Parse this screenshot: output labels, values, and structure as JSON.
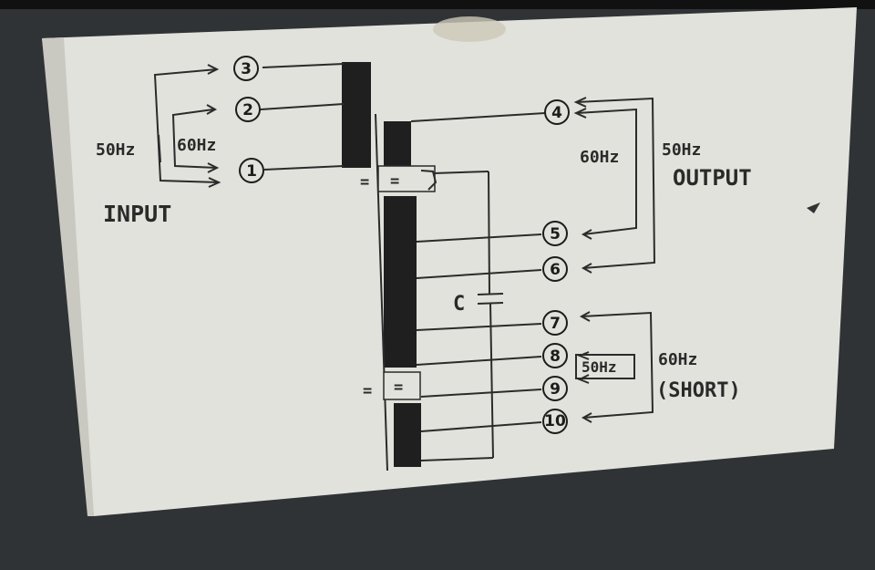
{
  "terminals": {
    "t1": "1",
    "t2": "2",
    "t3": "3",
    "t4": "4",
    "t5": "5",
    "t6": "6",
    "t7": "7",
    "t8": "8",
    "t9": "9",
    "t10": "10"
  },
  "input": {
    "label": "INPUT",
    "freq_50": "50Hz",
    "freq_60": "60Hz"
  },
  "output": {
    "label": "OUTPUT",
    "freq_60": "60Hz",
    "freq_50": "50Hz"
  },
  "short": {
    "freq_50_box": "50Hz",
    "freq_60": "60Hz",
    "label": "(SHORT)"
  },
  "capacitor_label": "C",
  "core_mark_top": "=",
  "core_mark_top2": "=",
  "core_mark_bottom": "=",
  "core_mark_bottom2": "=",
  "colors": {
    "plate": "#e2e2dc",
    "ink": "#2b2b2b",
    "background": "#2f3336"
  }
}
